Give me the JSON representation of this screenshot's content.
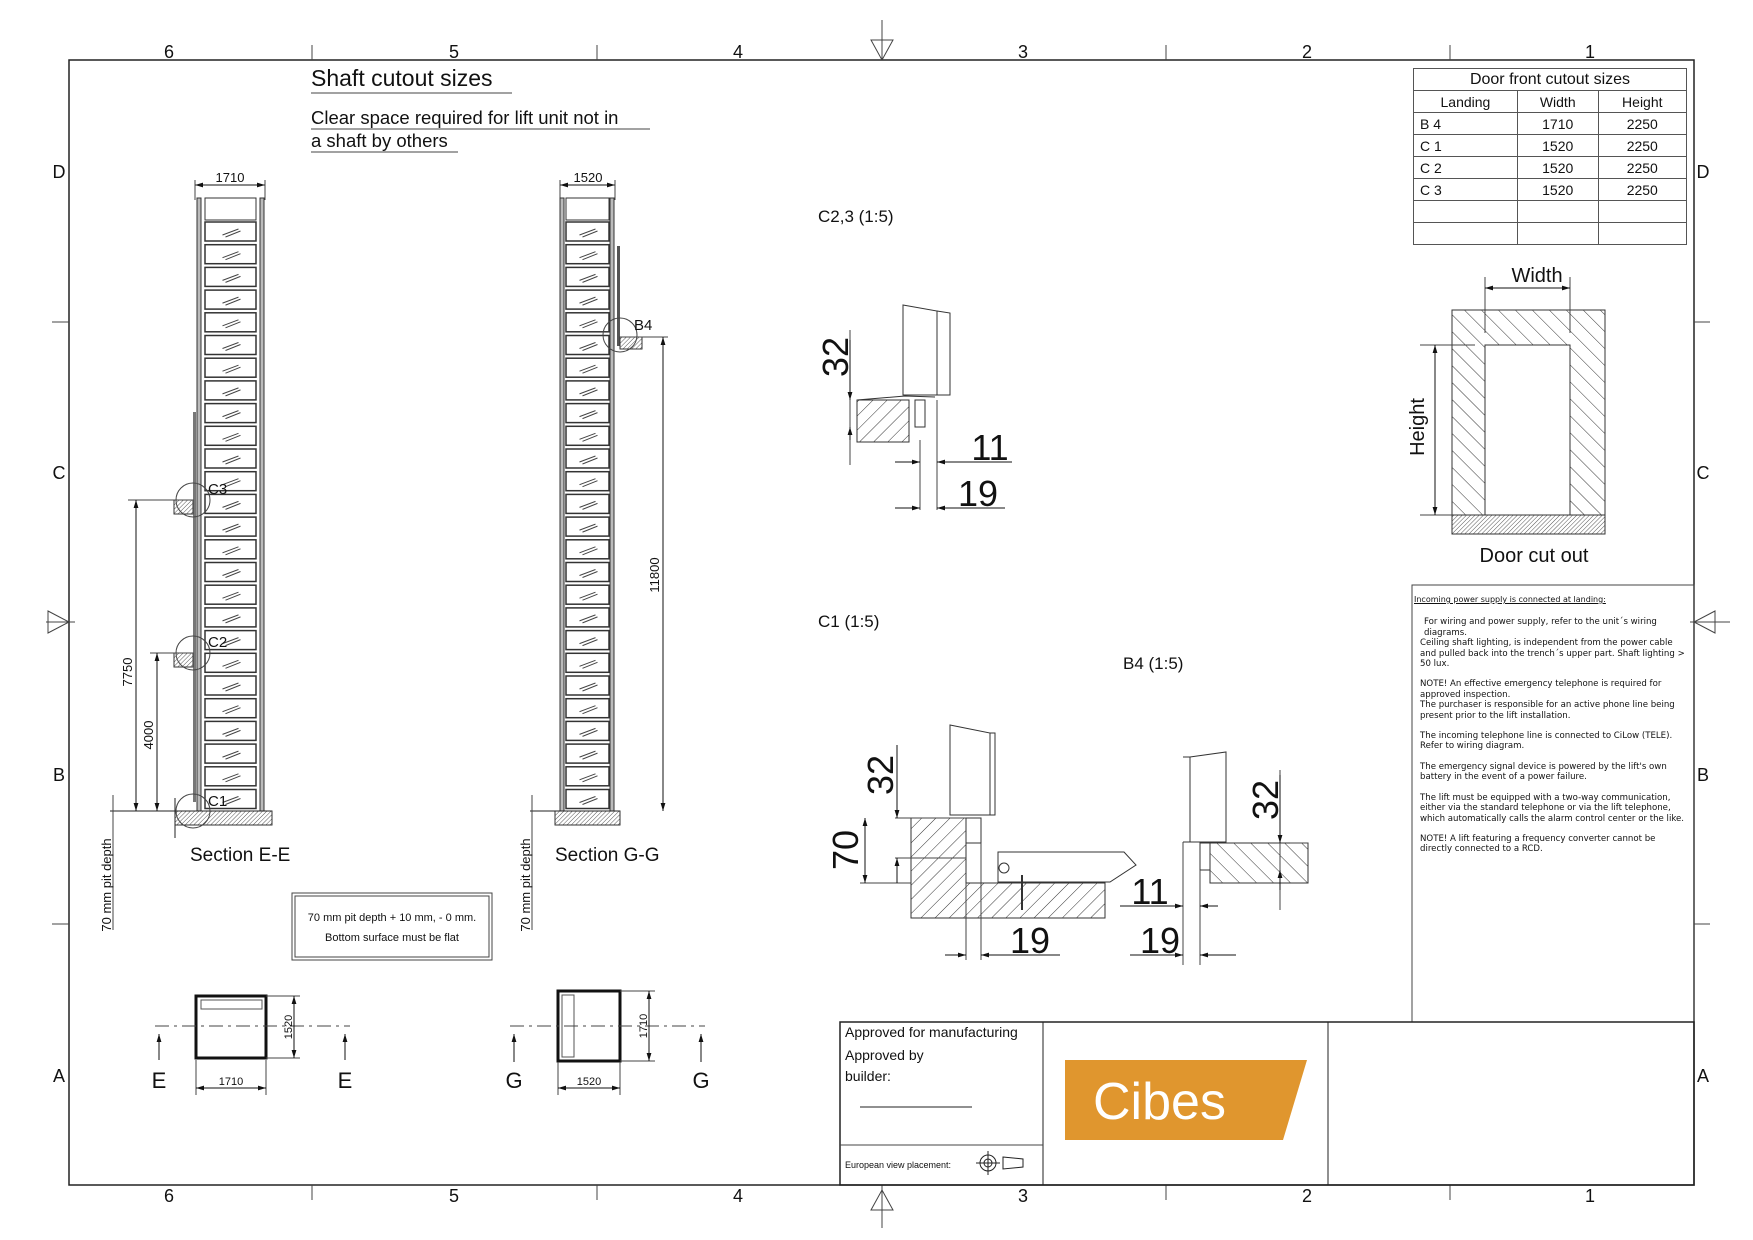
{
  "sheet": {
    "column_markers": [
      "6",
      "5",
      "4",
      "3",
      "2",
      "1"
    ],
    "row_markers": [
      "D",
      "C",
      "B",
      "A"
    ],
    "title": "Shaft cutout sizes",
    "subtitle_line1": "Clear space required for lift unit not in",
    "subtitle_line2": "a shaft by others"
  },
  "door_table": {
    "title": "Door front cutout sizes",
    "headers": [
      "Landing",
      "Width",
      "Height"
    ],
    "rows": [
      [
        "B 4",
        "1710",
        "2250"
      ],
      [
        "C 1",
        "1520",
        "2250"
      ],
      [
        "C 2",
        "1520",
        "2250"
      ],
      [
        "C 3",
        "1520",
        "2250"
      ],
      [
        "",
        "",
        ""
      ],
      [
        "",
        "",
        ""
      ]
    ]
  },
  "section_ee": {
    "label": "Section E-E",
    "width_dim": "1710",
    "dim_7750": "7750",
    "dim_4000": "4000",
    "pit_label": "70 mm pit depth",
    "landings": [
      "C3",
      "C2",
      "C1"
    ],
    "plan_width": "1710",
    "plan_depth": "1520",
    "cut_letter": "E"
  },
  "section_gg": {
    "label": "Section G-G",
    "width_dim": "1520",
    "dim_11800": "11800",
    "pit_label": "70 mm pit depth",
    "landing": "B4",
    "plan_width": "1520",
    "plan_depth": "1710",
    "cut_letter": "G"
  },
  "pit_note": {
    "line1": "70 mm  pit depth + 10 mm, - 0 mm.",
    "line2": "Bottom surface must be flat"
  },
  "details": {
    "c23": {
      "label": "C2,3 (1:5)",
      "d32": "32",
      "d11": "11",
      "d19": "19"
    },
    "c1": {
      "label": "C1 (1:5)",
      "d32": "32",
      "d70": "70",
      "d19": "19"
    },
    "b4": {
      "label": "B4 (1:5)",
      "d32": "32",
      "d11": "11",
      "d19": "19"
    }
  },
  "door_cutout": {
    "label": "Door cut out",
    "width_label": "Width",
    "height_label": "Height"
  },
  "notes": {
    "heading": "Incoming power supply is connected at landing:",
    "paragraphs": [
      "For wiring and power supply, refer to the unit´s wiring diagrams.",
      "Ceiling shaft lighting, is independent from the power cable and pulled back into the trench´s upper part. Shaft lighting > 50 lux.",
      "NOTE! An effective emergency telephone is required for approved inspection.",
      "The purchaser is responsible for an active phone line being present prior to the lift installation.",
      "The incoming telephone line is connected to CiLow (TELE). Refer to wiring diagram.",
      "The emergency signal device is powered by the lift's own battery in the event of a power failure.",
      "The lift must be equipped with a  two-way communication, either via the standard telephone or via the lift telephone, which automatically calls the alarm control center or the like.",
      "NOTE! A lift featuring a frequency converter cannot be directly connected to a RCD."
    ]
  },
  "title_block": {
    "approved_mfg": "Approved for manufacturing",
    "approved_by": "Approved by",
    "builder": "builder:",
    "view_placement": "European view placement:",
    "brand": "Cibes",
    "brand_color": "#E0962E"
  }
}
